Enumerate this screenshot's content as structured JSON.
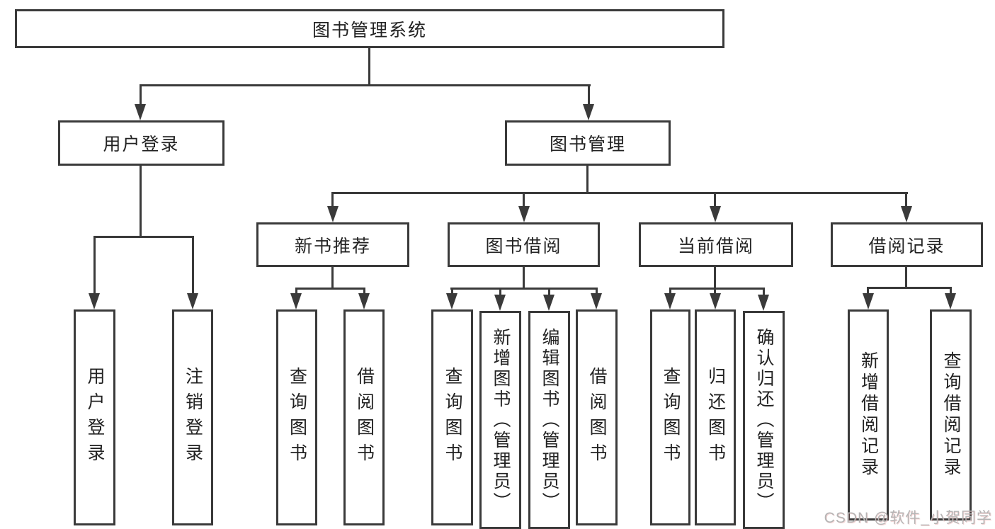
{
  "colors": {
    "line": "#3a3a3a",
    "text": "#222222",
    "background": "#ffffff",
    "watermark": "#b5b5b5"
  },
  "root": {
    "label": "图书管理系统"
  },
  "user_branch": {
    "label": "用户登录",
    "children": [
      {
        "label": "用户登录"
      },
      {
        "label": "注销登录"
      }
    ]
  },
  "book_branch": {
    "label": "图书管理",
    "sections": [
      {
        "label": "新书推荐",
        "children": [
          {
            "label": "查询图书"
          },
          {
            "label": "借阅图书"
          }
        ]
      },
      {
        "label": "图书借阅",
        "children": [
          {
            "label": "查询图书"
          },
          {
            "label": "新增图书（管理员）"
          },
          {
            "label": "编辑图书（管理员）"
          },
          {
            "label": "借阅图书"
          }
        ]
      },
      {
        "label": "当前借阅",
        "children": [
          {
            "label": "查询图书"
          },
          {
            "label": "归还图书"
          },
          {
            "label": "确认归还（管理员）"
          }
        ]
      },
      {
        "label": "借阅记录",
        "children": [
          {
            "label": "新增借阅记录"
          },
          {
            "label": "查询借阅记录"
          }
        ]
      }
    ]
  },
  "watermark": {
    "text": "CSDN @软件_小贺同学"
  }
}
